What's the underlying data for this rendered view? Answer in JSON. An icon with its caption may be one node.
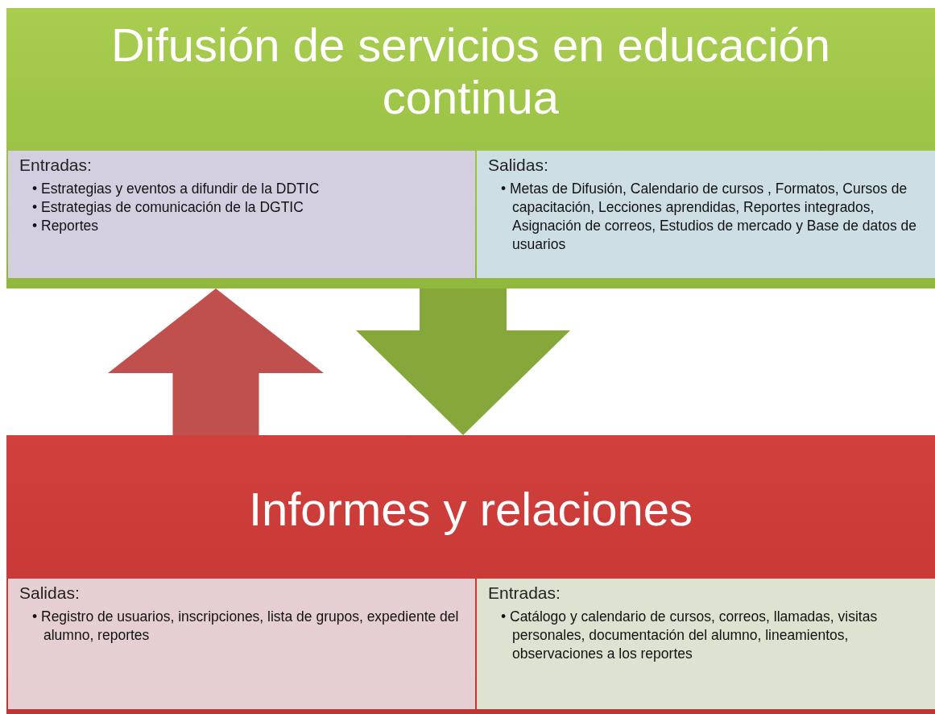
{
  "diagram": {
    "nodes": [
      {
        "text": [
          "Difusión de servicios en educación continua"
        ]
      },
      {
        "text": [
          "Entradas:",
          "• Estrategias y eventos a difundir de la DDTIC",
          "• Estrategias de comunicación de la DGTIC",
          "• Reportes"
        ],
        "in": 0
      },
      {
        "text": [
          "Salidas:",
          "• Metas de Difusión, Calendario de cursos , Formatos, Cursos de capacitación, Lecciones aprendidas, Reportes integrados, Asignación de correos, Estudios de mercado y Base de datos de usuarios"
        ],
        "in": 0
      },
      {
        "text": [
          "Informes y relaciones"
        ]
      },
      {
        "text": [
          "Salidas:",
          "• Registro de usuarios, inscripciones, lista de grupos, expediente del alumno, reportes"
        ],
        "in": 3
      },
      {
        "text": [
          "Entradas:",
          "• Catálogo y calendario de cursos, correos, llamadas, visitas personales, documentación del alumno, lineamientos, observaciones a los reportes"
        ],
        "in": 3
      }
    ],
    "edges": [
      {
        "from": 3,
        "to": 0,
        "arrow": "to",
        "color": "#c0504d"
      },
      {
        "from": 0,
        "to": 3,
        "arrow": "to",
        "color": "#86a83a"
      }
    ]
  }
}
